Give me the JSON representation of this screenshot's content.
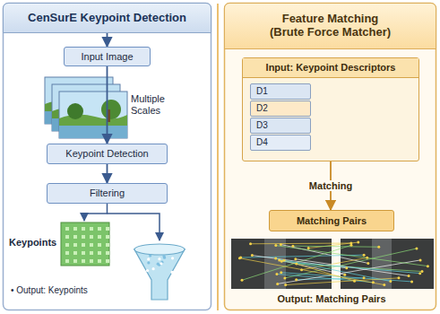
{
  "diagram": {
    "nodes": [
      {
        "text": [
          "CenSurE Keypoint Detection"
        ]
      },
      {
        "text": [
          "Input Image"
        ]
      },
      {
        "text": [
          "Keypoint Detection"
        ]
      },
      {
        "text": [
          "Filtering"
        ]
      },
      {
        "text": [
          "Feature Matching (Brute Force Matcher)"
        ]
      },
      {
        "text": [
          "Input: Keypoint Descriptors"
        ]
      },
      {
        "text": [
          "D1"
        ],
        "in": 5
      },
      {
        "text": [
          "D2"
        ],
        "in": 5
      },
      {
        "text": [
          "D3"
        ],
        "in": 5
      },
      {
        "text": [
          "D4"
        ],
        "in": 5
      },
      {
        "text": [
          "Matching Pairs"
        ]
      }
    ],
    "edges": [
      {
        "from": 0,
        "to": 1,
        "arrow": "to"
      },
      {
        "from": 1,
        "to": 2,
        "arrow": "to"
      },
      {
        "from": 2,
        "to": 3,
        "arrow": "to"
      },
      {
        "from": 5,
        "to": 10,
        "label": "Matching",
        "arrow": "to"
      }
    ],
    "labels": [
      "Multiple Scales",
      "Keypoints",
      "• Output: Keypoints",
      "Output: Matching Pairs"
    ]
  }
}
